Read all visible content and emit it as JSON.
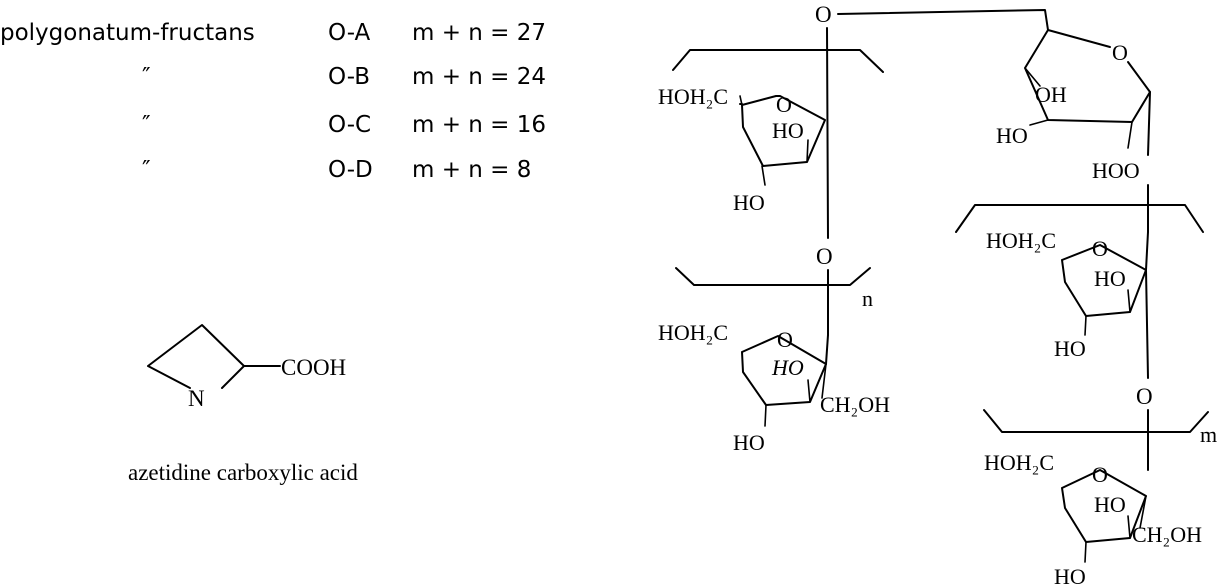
{
  "table": {
    "rows": [
      {
        "name": "polygonatum-fructans",
        "code": "O-A",
        "formula": "m + n = 27"
      },
      {
        "name": "″",
        "code": "O-B",
        "formula": "m + n = 24"
      },
      {
        "name": "″",
        "code": "O-C",
        "formula": "m + n = 16"
      },
      {
        "name": "″",
        "code": "O-D",
        "formula": "m + n =  8"
      }
    ]
  },
  "azetidine": {
    "ring_atom": "N",
    "substituent": "COOH",
    "caption": "azetidine carboxylic acid"
  },
  "fructan": {
    "oxygen": "O",
    "hoh2c": "HOH₂C",
    "ho": "HO",
    "oh": "OH",
    "ch2oh": "CH₂OH",
    "hoo": "HOO",
    "n_label": "n",
    "m_label": "m"
  }
}
